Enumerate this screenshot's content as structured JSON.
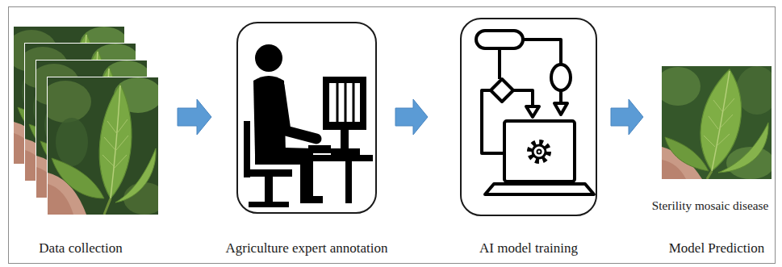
{
  "diagram": {
    "nodes": [
      {
        "text": [
          "Data collection"
        ]
      },
      {
        "text": [
          "Agriculture expert annotation"
        ]
      },
      {
        "text": [
          "AI model training"
        ]
      },
      {
        "text": [
          "Sterility mosaic disease",
          "Model Prediction"
        ]
      }
    ],
    "edges": [
      {
        "from": 0,
        "to": 1,
        "arrow": "to"
      },
      {
        "from": 1,
        "to": 2,
        "arrow": "to"
      },
      {
        "from": 2,
        "to": 3,
        "arrow": "to"
      }
    ]
  }
}
